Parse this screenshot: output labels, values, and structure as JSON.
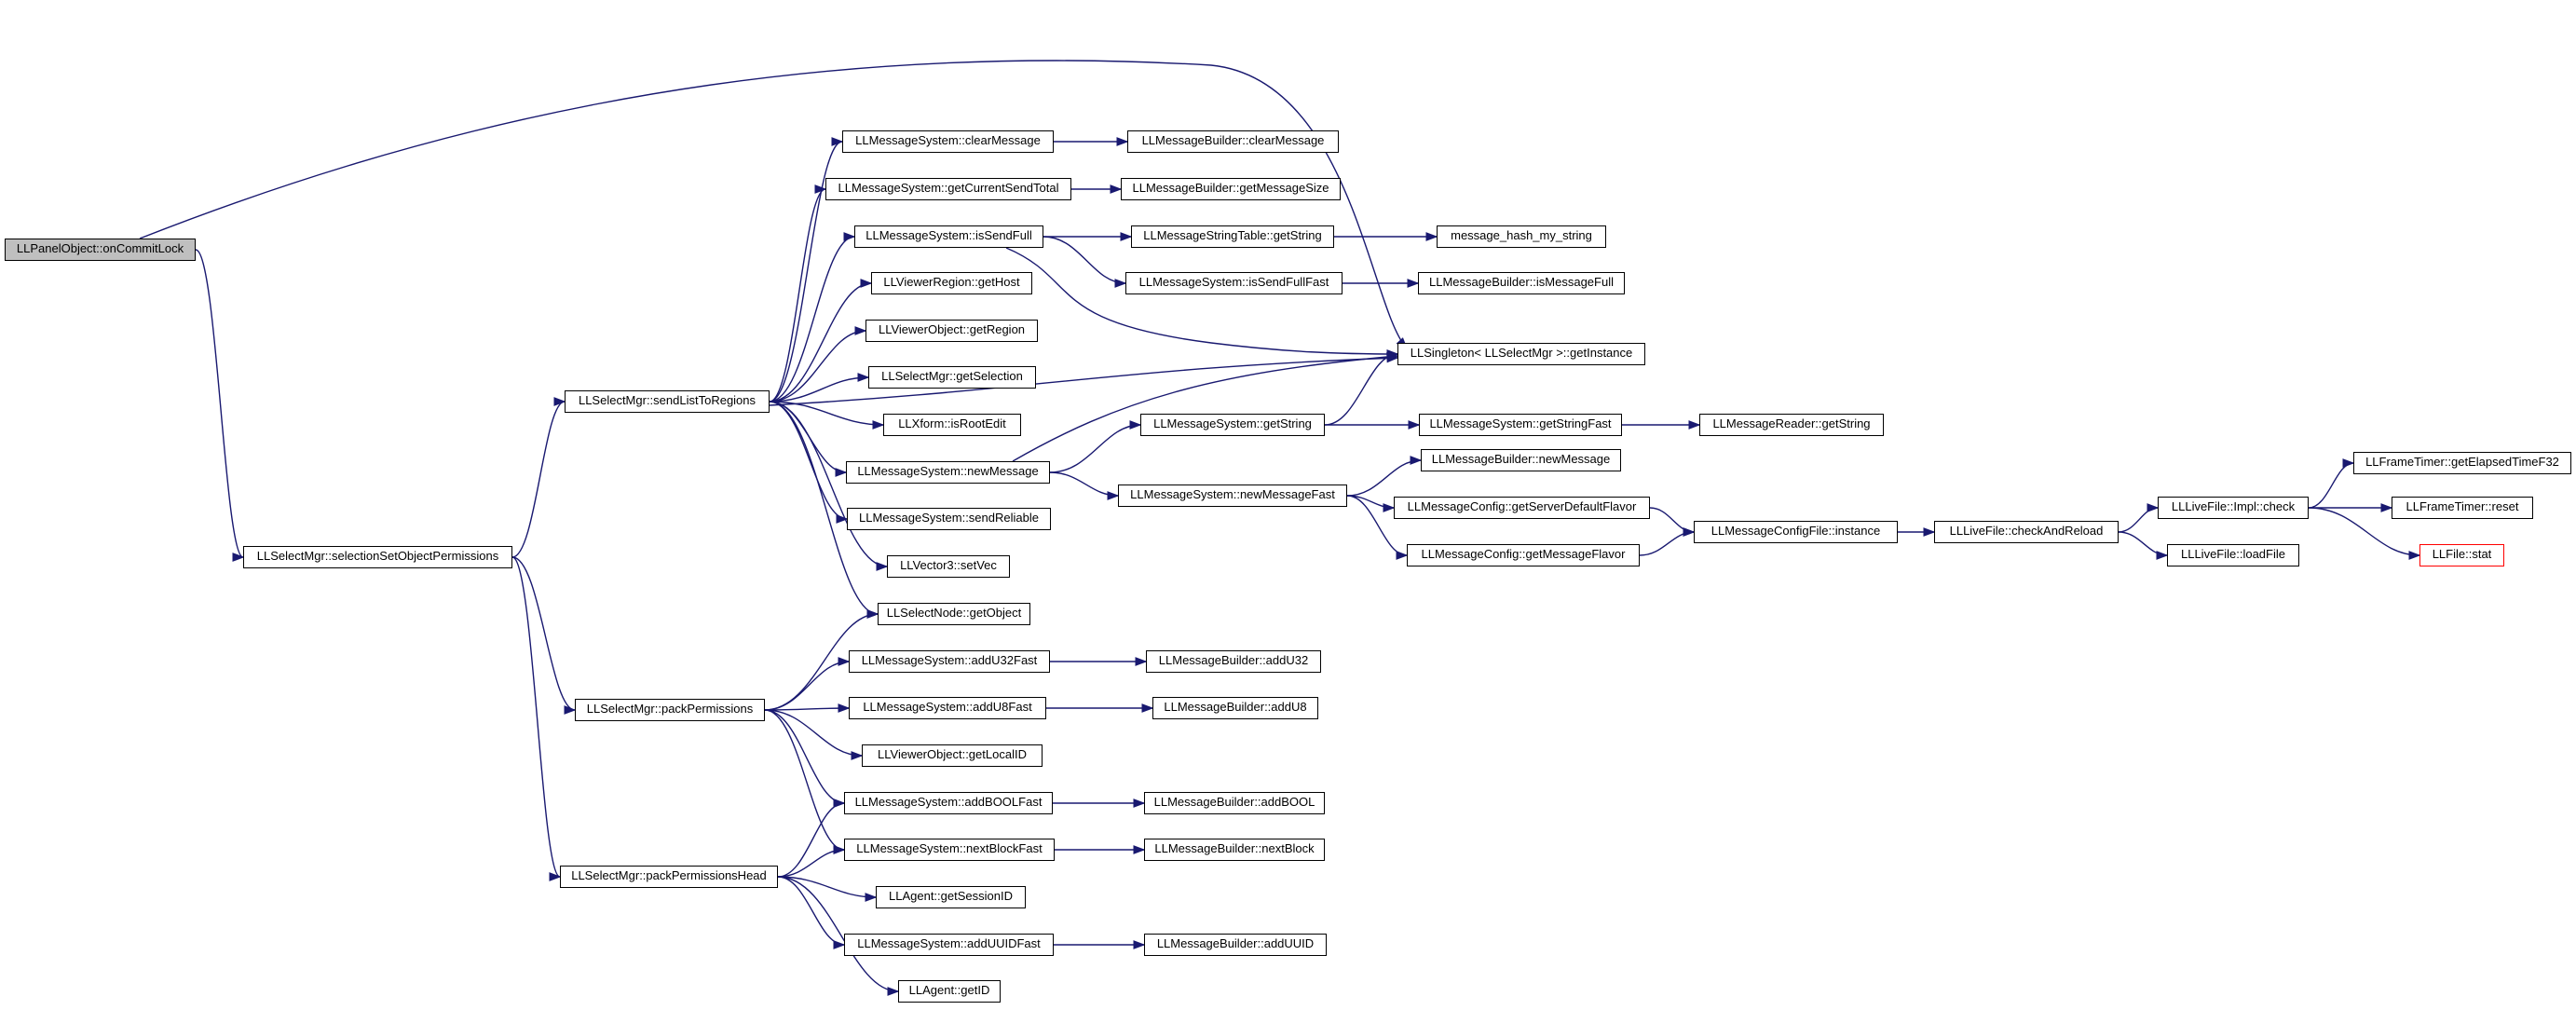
{
  "colors": {
    "edge": "#191970",
    "node_border": "#000000",
    "root_fill": "#bfbfbf",
    "truncated_border": "#ff0000"
  },
  "nodes": [
    {
      "id": "onCommitLock",
      "label": "LLPanelObject::onCommitLock",
      "root": true
    },
    {
      "id": "selSetObjPerm",
      "label": "LLSelectMgr::selectionSetObjectPermissions"
    },
    {
      "id": "sendListToRegions",
      "label": "LLSelectMgr::sendListToRegions"
    },
    {
      "id": "packPermissions",
      "label": "LLSelectMgr::packPermissions"
    },
    {
      "id": "packPermissionsHead",
      "label": "LLSelectMgr::packPermissionsHead"
    },
    {
      "id": "clearMessage",
      "label": "LLMessageSystem::clearMessage"
    },
    {
      "id": "getCurrentSendTotal",
      "label": "LLMessageSystem::getCurrentSendTotal"
    },
    {
      "id": "isSendFull",
      "label": "LLMessageSystem::isSendFull"
    },
    {
      "id": "getHost",
      "label": "LLViewerRegion::getHost"
    },
    {
      "id": "getRegion",
      "label": "LLViewerObject::getRegion"
    },
    {
      "id": "getSelection",
      "label": "LLSelectMgr::getSelection"
    },
    {
      "id": "isRootEdit",
      "label": "LLXform::isRootEdit"
    },
    {
      "id": "newMessage",
      "label": "LLMessageSystem::newMessage"
    },
    {
      "id": "sendReliable",
      "label": "LLMessageSystem::sendReliable"
    },
    {
      "id": "setVec",
      "label": "LLVector3::setVec"
    },
    {
      "id": "getObject",
      "label": "LLSelectNode::getObject"
    },
    {
      "id": "addU32Fast",
      "label": "LLMessageSystem::addU32Fast"
    },
    {
      "id": "addU8Fast",
      "label": "LLMessageSystem::addU8Fast"
    },
    {
      "id": "getLocalID",
      "label": "LLViewerObject::getLocalID"
    },
    {
      "id": "addBOOLFast",
      "label": "LLMessageSystem::addBOOLFast"
    },
    {
      "id": "nextBlockFast",
      "label": "LLMessageSystem::nextBlockFast"
    },
    {
      "id": "getSessionID",
      "label": "LLAgent::getSessionID"
    },
    {
      "id": "addUUIDFast",
      "label": "LLMessageSystem::addUUIDFast"
    },
    {
      "id": "getID",
      "label": "LLAgent::getID"
    },
    {
      "id": "mbClearMessage",
      "label": "LLMessageBuilder::clearMessage"
    },
    {
      "id": "mbGetMessageSize",
      "label": "LLMessageBuilder::getMessageSize"
    },
    {
      "id": "stGetString",
      "label": "LLMessageStringTable::getString"
    },
    {
      "id": "isSendFullFast",
      "label": "LLMessageSystem::isSendFullFast"
    },
    {
      "id": "getString",
      "label": "LLMessageSystem::getString"
    },
    {
      "id": "newMessageFast",
      "label": "LLMessageSystem::newMessageFast"
    },
    {
      "id": "mbAddU32",
      "label": "LLMessageBuilder::addU32"
    },
    {
      "id": "mbAddU8",
      "label": "LLMessageBuilder::addU8"
    },
    {
      "id": "mbAddBOOL",
      "label": "LLMessageBuilder::addBOOL"
    },
    {
      "id": "mbNextBlock",
      "label": "LLMessageBuilder::nextBlock"
    },
    {
      "id": "mbAddUUID",
      "label": "LLMessageBuilder::addUUID"
    },
    {
      "id": "hashMyString",
      "label": "message_hash_my_string"
    },
    {
      "id": "mbIsMessageFull",
      "label": "LLMessageBuilder::isMessageFull"
    },
    {
      "id": "getInstance",
      "label": "LLSingleton< LLSelectMgr >::getInstance"
    },
    {
      "id": "getStringFast",
      "label": "LLMessageSystem::getStringFast"
    },
    {
      "id": "mbNewMessage",
      "label": "LLMessageBuilder::newMessage"
    },
    {
      "id": "getServerDefaultFlavor",
      "label": "LLMessageConfig::getServerDefaultFlavor"
    },
    {
      "id": "getMessageFlavor",
      "label": "LLMessageConfig::getMessageFlavor"
    },
    {
      "id": "readerGetString",
      "label": "LLMessageReader::getString"
    },
    {
      "id": "cfgInstance",
      "label": "LLMessageConfigFile::instance"
    },
    {
      "id": "checkAndReload",
      "label": "LLLiveFile::checkAndReload"
    },
    {
      "id": "implCheck",
      "label": "LLLiveFile::Impl::check"
    },
    {
      "id": "loadFile",
      "label": "LLLiveFile::loadFile"
    },
    {
      "id": "getElapsedTimeF32",
      "label": "LLFrameTimer::getElapsedTimeF32"
    },
    {
      "id": "timerReset",
      "label": "LLFrameTimer::reset"
    },
    {
      "id": "fileStat",
      "label": "LLFile::stat",
      "truncated": true
    }
  ],
  "edges": [
    [
      "onCommitLock",
      "selSetObjPerm"
    ],
    [
      "onCommitLock",
      "getInstance"
    ],
    [
      "selSetObjPerm",
      "sendListToRegions"
    ],
    [
      "selSetObjPerm",
      "packPermissions"
    ],
    [
      "selSetObjPerm",
      "packPermissionsHead"
    ],
    [
      "sendListToRegions",
      "clearMessage"
    ],
    [
      "sendListToRegions",
      "getCurrentSendTotal"
    ],
    [
      "sendListToRegions",
      "isSendFull"
    ],
    [
      "sendListToRegions",
      "getHost"
    ],
    [
      "sendListToRegions",
      "getRegion"
    ],
    [
      "sendListToRegions",
      "getSelection"
    ],
    [
      "sendListToRegions",
      "isRootEdit"
    ],
    [
      "sendListToRegions",
      "newMessage"
    ],
    [
      "sendListToRegions",
      "sendReliable"
    ],
    [
      "sendListToRegions",
      "setVec"
    ],
    [
      "sendListToRegions",
      "getObject"
    ],
    [
      "sendListToRegions",
      "getInstance"
    ],
    [
      "clearMessage",
      "mbClearMessage"
    ],
    [
      "getCurrentSendTotal",
      "mbGetMessageSize"
    ],
    [
      "isSendFull",
      "stGetString"
    ],
    [
      "isSendFull",
      "isSendFullFast"
    ],
    [
      "isSendFull",
      "getInstance"
    ],
    [
      "stGetString",
      "hashMyString"
    ],
    [
      "isSendFullFast",
      "mbIsMessageFull"
    ],
    [
      "newMessage",
      "getString"
    ],
    [
      "newMessage",
      "newMessageFast"
    ],
    [
      "newMessage",
      "getInstance"
    ],
    [
      "getString",
      "getInstance"
    ],
    [
      "getString",
      "getStringFast"
    ],
    [
      "getStringFast",
      "readerGetString"
    ],
    [
      "newMessageFast",
      "mbNewMessage"
    ],
    [
      "newMessageFast",
      "getServerDefaultFlavor"
    ],
    [
      "newMessageFast",
      "getMessageFlavor"
    ],
    [
      "getServerDefaultFlavor",
      "cfgInstance"
    ],
    [
      "getMessageFlavor",
      "cfgInstance"
    ],
    [
      "cfgInstance",
      "checkAndReload"
    ],
    [
      "checkAndReload",
      "implCheck"
    ],
    [
      "checkAndReload",
      "loadFile"
    ],
    [
      "implCheck",
      "getElapsedTimeF32"
    ],
    [
      "implCheck",
      "timerReset"
    ],
    [
      "implCheck",
      "fileStat"
    ],
    [
      "packPermissions",
      "getObject"
    ],
    [
      "packPermissions",
      "addU32Fast"
    ],
    [
      "packPermissions",
      "addU8Fast"
    ],
    [
      "packPermissions",
      "getLocalID"
    ],
    [
      "packPermissions",
      "addBOOLFast"
    ],
    [
      "packPermissions",
      "nextBlockFast"
    ],
    [
      "packPermissionsHead",
      "addBOOLFast"
    ],
    [
      "packPermissionsHead",
      "nextBlockFast"
    ],
    [
      "packPermissionsHead",
      "getSessionID"
    ],
    [
      "packPermissionsHead",
      "addUUIDFast"
    ],
    [
      "packPermissionsHead",
      "getID"
    ],
    [
      "addU32Fast",
      "mbAddU32"
    ],
    [
      "addU8Fast",
      "mbAddU8"
    ],
    [
      "addBOOLFast",
      "mbAddBOOL"
    ],
    [
      "nextBlockFast",
      "mbNextBlock"
    ],
    [
      "addUUIDFast",
      "mbAddUUID"
    ]
  ]
}
